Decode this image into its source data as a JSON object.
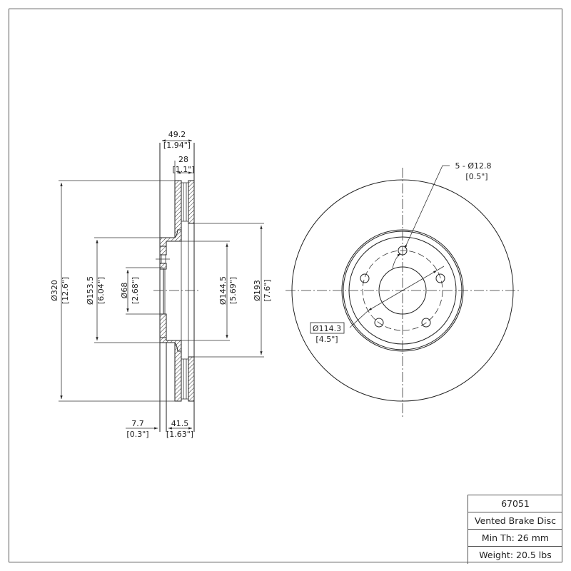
{
  "drawing": {
    "title": "Vented Brake Disc",
    "part_number": "67051",
    "units_primary": "mm",
    "units_secondary": "in"
  },
  "section_view": {
    "overall_width": {
      "mm": "49.2",
      "in": "[1.94\"]"
    },
    "rotor_thickness": {
      "mm": "28",
      "in": "[1.1\"]"
    },
    "flange_offset": {
      "mm": "7.7",
      "in": "[0.3\"]"
    },
    "hat_height": {
      "mm": "41.5",
      "in": "[1.63\"]"
    },
    "outer_diameter": {
      "mm": "Ø320",
      "in": "[12.6\"]"
    },
    "hat_outer_diameter": {
      "mm": "Ø153.5",
      "in": "[6.04\"]"
    },
    "center_bore": {
      "mm": "Ø68",
      "in": "[2.68\"]"
    },
    "hat_inner_diameter": {
      "mm": "Ø144.5",
      "in": "[5.69\"]"
    },
    "inner_friction_diameter": {
      "mm": "Ø193",
      "in": "[7.6\"]"
    }
  },
  "front_view": {
    "bolt_holes": {
      "mm": "5 - Ø12.8",
      "in": "[0.5\"]"
    },
    "bolt_circle": {
      "mm": "Ø114.3",
      "in": "[4.5\"]"
    }
  },
  "title_block": {
    "part_number": "67051",
    "description": "Vented Brake Disc",
    "min_thickness": "Min Th: 26 mm",
    "weight": "Weight: 20.5 lbs"
  }
}
